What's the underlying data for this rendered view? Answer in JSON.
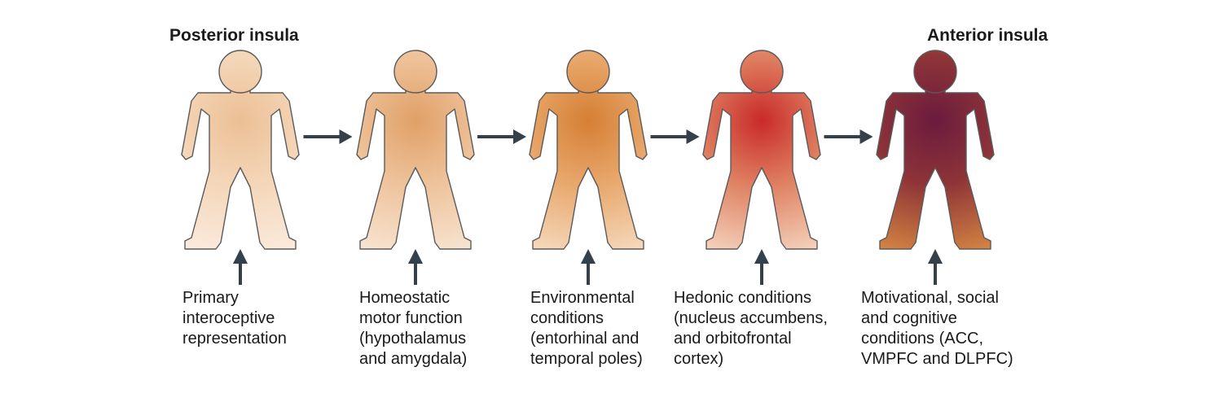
{
  "headings": {
    "left": "Posterior insula",
    "right": "Anterior insula"
  },
  "stages": [
    {
      "lines": [
        "Primary",
        "interoceptive",
        "representation"
      ],
      "colors": {
        "center": "#ecbf95",
        "mid": "#f4d6b8",
        "edge": "#fbece0"
      }
    },
    {
      "lines": [
        "Homeostatic",
        "motor function",
        "(hypothalamus",
        "and amygdala)"
      ],
      "colors": {
        "center": "#e0a067",
        "mid": "#eec29a",
        "edge": "#f8e6d4"
      }
    },
    {
      "lines": [
        "Environmental",
        "conditions",
        "(entorhinal and",
        "temporal poles)"
      ],
      "colors": {
        "center": "#d57f34",
        "mid": "#e8a76b",
        "edge": "#f6dcc2"
      }
    },
    {
      "lines": [
        "Hedonic conditions",
        "(nucleus accumbens,",
        "and orbitofrontal",
        "cortex)"
      ],
      "colors": {
        "center": "#c92a2a",
        "mid": "#de7f60",
        "edge": "#f6d7c2"
      }
    },
    {
      "lines": [
        "Motivational, social",
        "and cognitive",
        "conditions (ACC,",
        "VMPFC and DLPFC)"
      ],
      "colors": {
        "center": "#6b1b3e",
        "mid": "#8e3438",
        "edge": "#d88a43"
      }
    }
  ],
  "arrow_color": "#35414a"
}
